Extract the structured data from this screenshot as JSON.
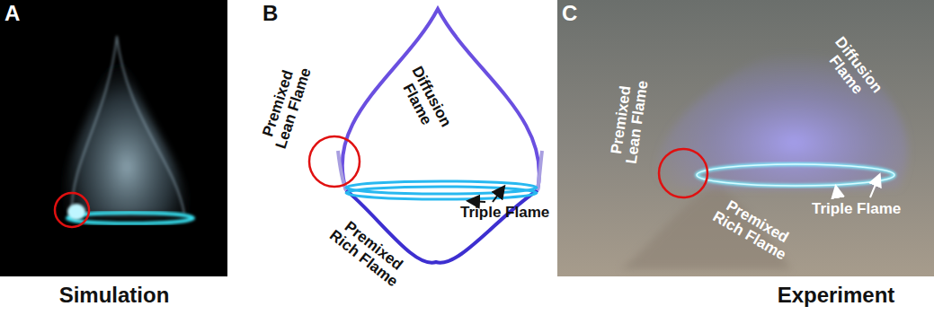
{
  "diagram": {
    "labels": [
      "A",
      "B",
      "C",
      "Premixed Lean Flame",
      "Diffusion Flame",
      "Premixed Rich Flame",
      "Triple Flame",
      "Premixed Lean Flame",
      "Diffusion Flame",
      "Premixed Rich Flame",
      "Triple Flame",
      "Simulation",
      "Experiment"
    ]
  }
}
